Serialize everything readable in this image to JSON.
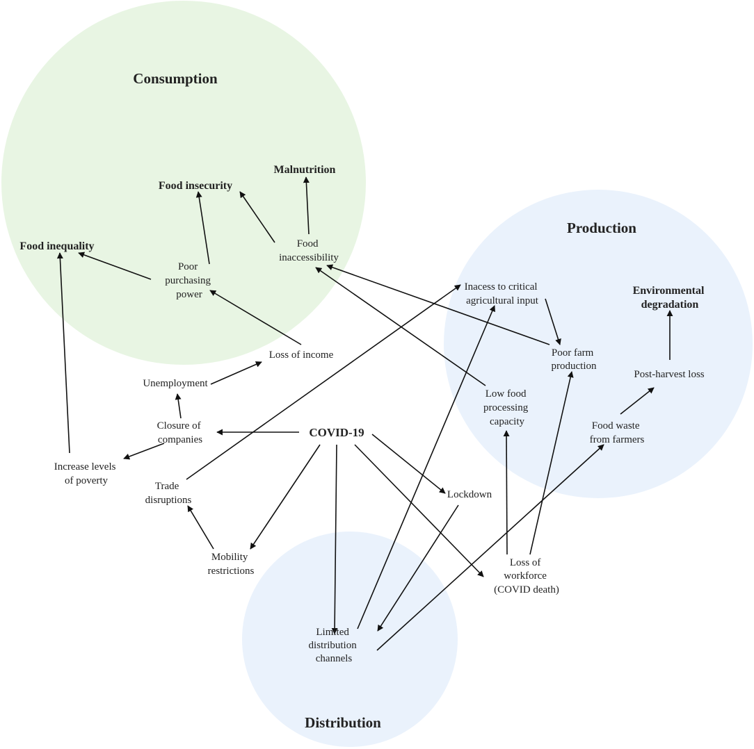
{
  "colors": {
    "consumption_fill": "#e8f5e3",
    "production_fill": "#eaf2fc",
    "distribution_fill": "#eaf2fc",
    "arrow": "#111111",
    "text": "#222222"
  },
  "regions": {
    "consumption": "Consumption",
    "production": "Production",
    "distribution": "Distribution"
  },
  "nodes": {
    "covid": "COVID-19",
    "food_inequality": "Food inequality",
    "food_insecurity": "Food insecurity",
    "malnutrition": "Malnutrition",
    "food_inaccessibility": [
      "Food",
      "inaccessibility"
    ],
    "poor_purchasing_power": [
      "Poor",
      "purchasing",
      "power"
    ],
    "loss_of_income": "Loss of income",
    "unemployment": "Unemployment",
    "closure_of_companies": [
      "Closure of",
      "companies"
    ],
    "increase_poverty": [
      "Increase levels",
      "of poverty"
    ],
    "trade_disruptions": [
      "Trade",
      "disruptions"
    ],
    "mobility_restrictions": [
      "Mobility",
      "restrictions"
    ],
    "lockdown": "Lockdown",
    "limited_distribution": [
      "Limited",
      "distribution",
      "channels"
    ],
    "inacess_input": [
      "Inacess to critical",
      "agricultural input"
    ],
    "poor_farm_production": [
      "Poor farm",
      "production"
    ],
    "low_processing": [
      "Low food",
      "processing",
      "capacity"
    ],
    "loss_of_workforce": [
      "Loss of",
      "workforce",
      "(COVID death)"
    ],
    "food_waste": [
      "Food waste",
      "from farmers"
    ],
    "post_harvest_loss": "Post-harvest loss",
    "environmental_degradation": [
      "Environmental",
      "degradation"
    ]
  }
}
